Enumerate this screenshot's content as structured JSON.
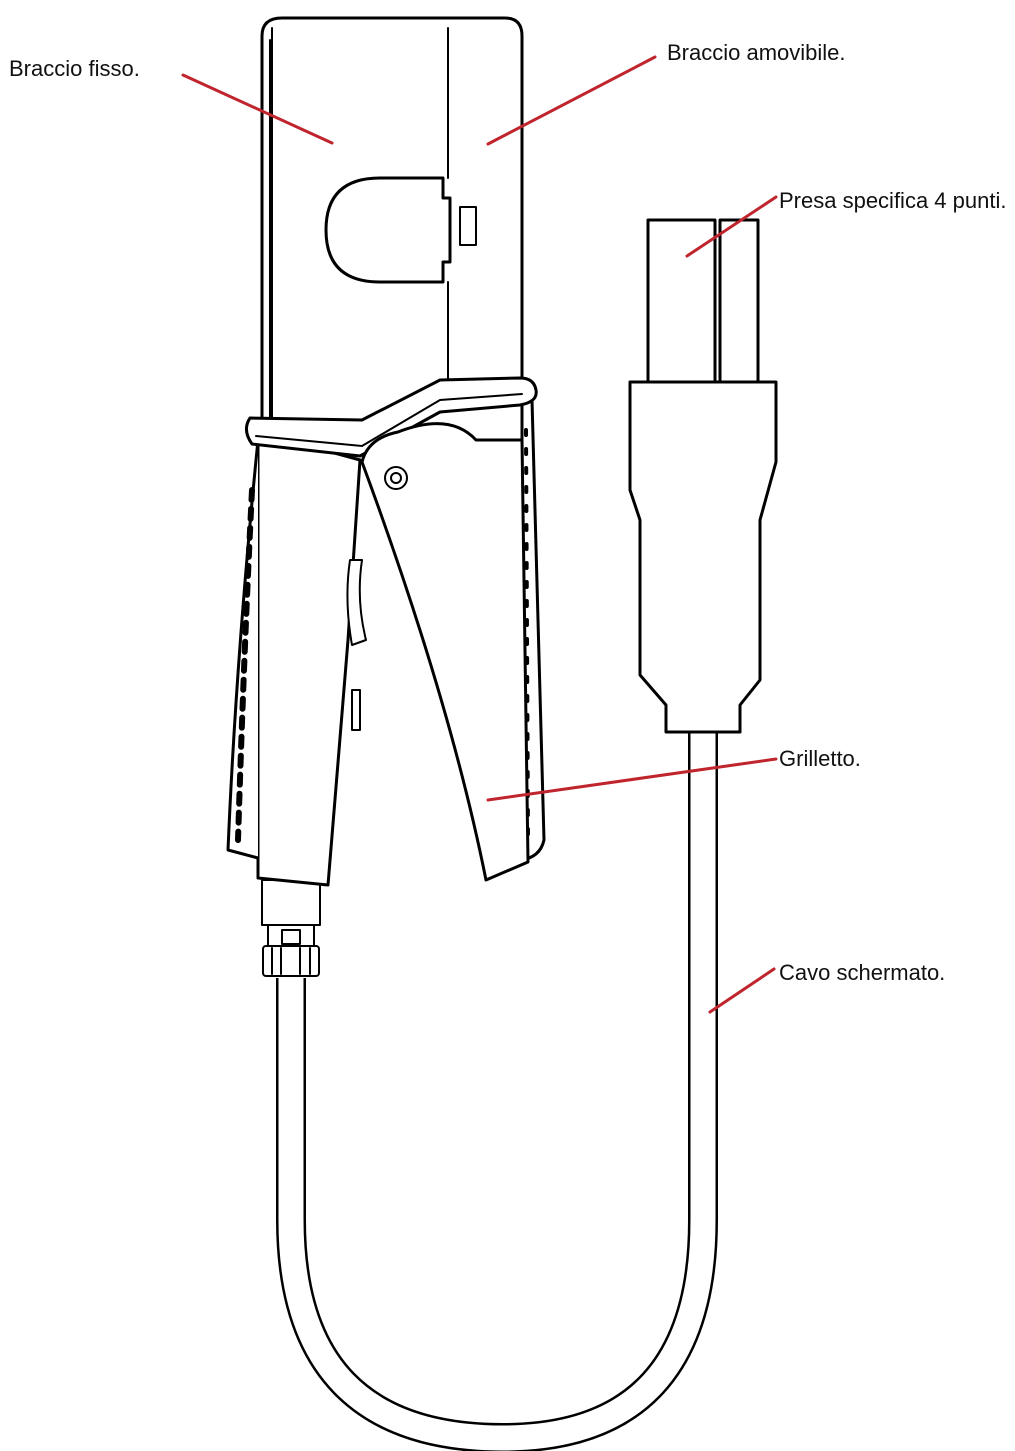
{
  "colors": {
    "leader_line": "#c0242c",
    "outline": "#000000",
    "background": "#ffffff"
  },
  "labels": {
    "fixed_arm": "Braccio fisso.",
    "movable_arm": "Braccio amovibile.",
    "socket": "Presa specifica 4 punti.",
    "trigger": "Grilletto.",
    "cable": "Cavo schermato."
  }
}
